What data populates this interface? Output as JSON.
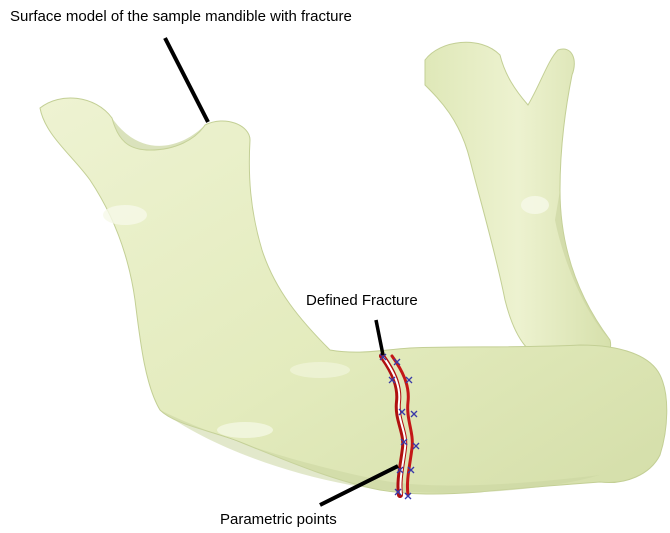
{
  "labels": {
    "title": "Surface model of the sample mandible with fracture",
    "fracture": "Defined Fracture",
    "points": "Parametric points"
  },
  "colors": {
    "bone_fill": "#e8efc6",
    "bone_shadow": "#cbd6a0",
    "bone_highlight": "#f7faea",
    "fracture_line": "#b01010",
    "point_marker": "#3a3aa8",
    "leader_line": "#000000"
  }
}
